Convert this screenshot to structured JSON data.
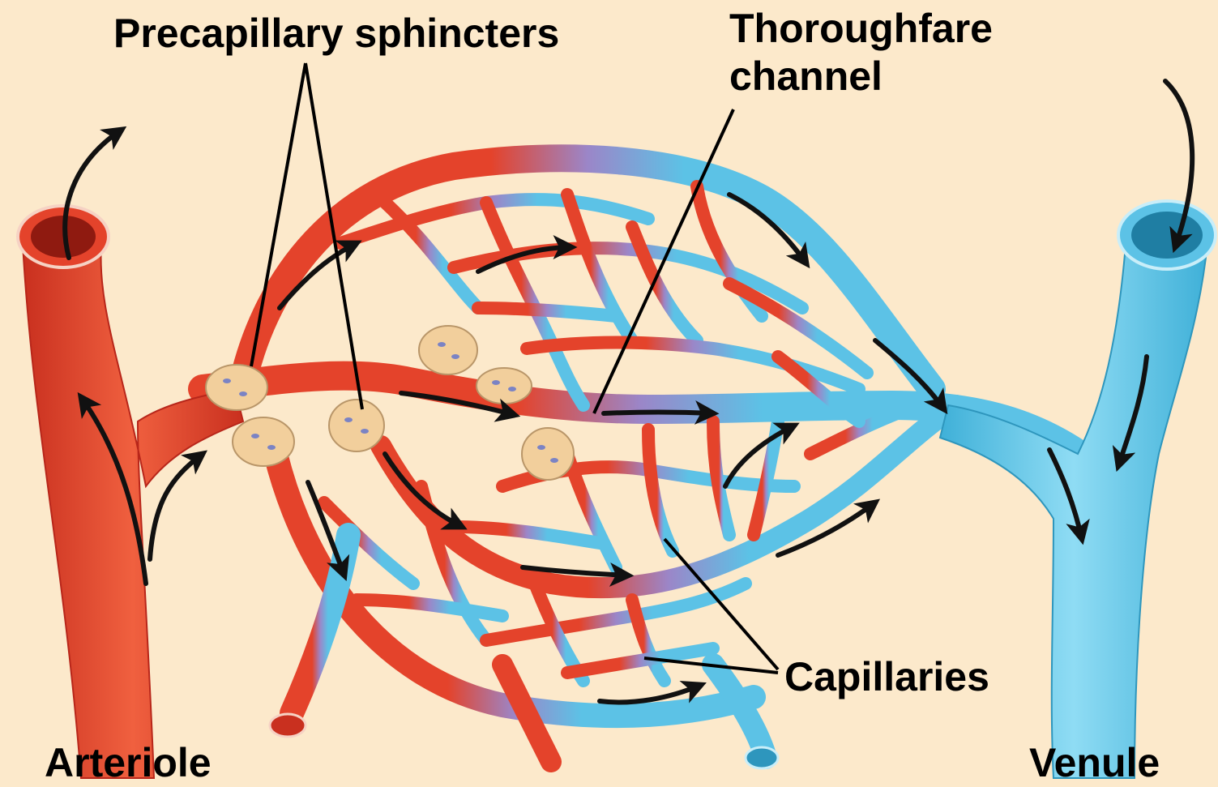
{
  "labels": {
    "precapillary_sphincters": "Precapillary sphincters",
    "thoroughfare_line1": "Thoroughfare",
    "thoroughfare_line2": "channel",
    "capillaries": "Capillaries",
    "arteriole": "Arteriole",
    "venule": "Venule"
  },
  "colors": {
    "background": "#fce9cb",
    "artery": "#e4432b",
    "artery_dark": "#b8261a",
    "vein": "#5cc2e6",
    "vein_dark": "#2e96bd",
    "transition": "#9b86c8",
    "sphincter": "#f2cf9c",
    "arrow": "#111111"
  }
}
